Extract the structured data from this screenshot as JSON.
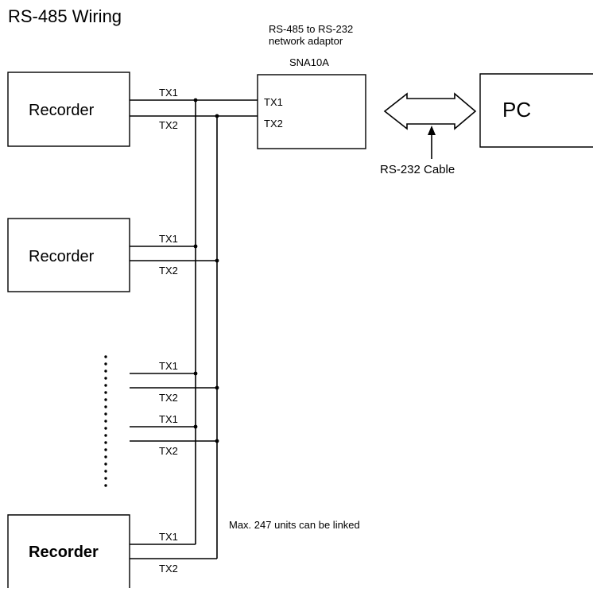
{
  "title": "RS-485 Wiring",
  "adaptor": {
    "description_line1": "RS-485 to RS-232",
    "description_line2": "network adaptor",
    "model": "SNA10A",
    "terminal_tx1": "TX1",
    "terminal_tx2": "TX2"
  },
  "pc": {
    "label": "PC"
  },
  "cable": {
    "label": "RS-232 Cable"
  },
  "recorders": [
    {
      "label": "Recorder",
      "tx1": "TX1",
      "tx2": "TX2"
    },
    {
      "label": "Recorder",
      "tx1": "TX1",
      "tx2": "TX2"
    },
    {
      "label": "Recorder",
      "tx1": "TX1",
      "tx2": "TX2"
    }
  ],
  "unshown_units": [
    {
      "tx1": "TX1",
      "tx2": "TX2"
    },
    {
      "tx1": "TX1",
      "tx2": "TX2"
    }
  ],
  "note": "Max. 247 units can be linked",
  "colors": {
    "line": "#000000",
    "background": "#ffffff"
  }
}
